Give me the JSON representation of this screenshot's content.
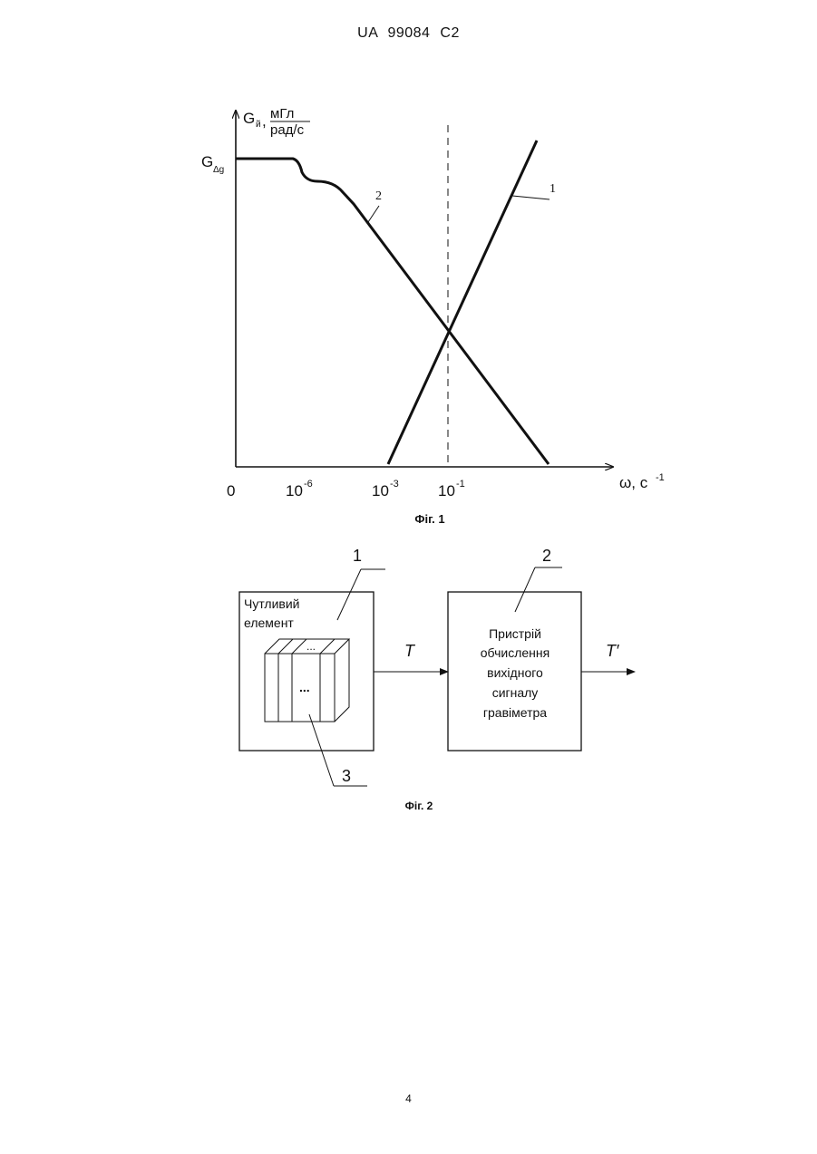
{
  "header": {
    "document_id": "UA   99084   C2"
  },
  "page_number": "4",
  "figure1": {
    "caption": "Фіг. 1",
    "y_axis": {
      "symbol": "G",
      "subscript": "й",
      "unit_num": "мГл",
      "unit_den": "рад/с",
      "level_label": "G",
      "level_subscript": "Δg"
    },
    "x_axis": {
      "label": "ω, c",
      "label_exp": "-1"
    },
    "ticks": [
      {
        "base": "0",
        "exp": ""
      },
      {
        "base": "10",
        "exp": "-6"
      },
      {
        "base": "10",
        "exp": "-3"
      },
      {
        "base": "10",
        "exp": "-1"
      }
    ],
    "curve_labels": {
      "c1": "1",
      "c2": "2"
    }
  },
  "figure2": {
    "caption": "Фіг. 2",
    "block1": {
      "number": "1",
      "line1": "Чутливий",
      "line2": "елемент",
      "dots": "...",
      "number3": "3"
    },
    "block2": {
      "number": "2",
      "lines": [
        "Пристрій",
        "обчислення",
        "вихідного",
        "сигналу",
        "гравіметра"
      ]
    },
    "signal_in": "T",
    "signal_out": "T′"
  }
}
